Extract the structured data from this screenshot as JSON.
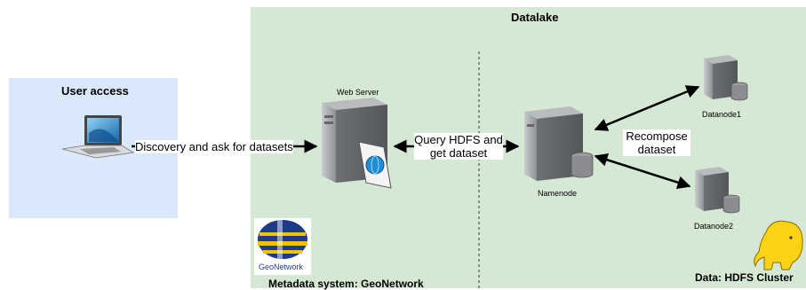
{
  "diagram": {
    "user_panel": {
      "title": "User access"
    },
    "lake_panel": {
      "title": "Datalake"
    },
    "metadata_label": "Metadata system: GeoNetwork",
    "hdfs_label": "Data: HDFS Cluster",
    "nodes": {
      "web_server": "Web Server",
      "namenode": "Namenode",
      "datanode1": "Datanode1",
      "datanode2": "Datanode2"
    },
    "edges": {
      "discovery": "Discovery and ask for datasets",
      "query_line1": "Query HDFS and",
      "query_line2": "get dataset",
      "recompose_line1": "Recompose",
      "recompose_line2": "dataset"
    },
    "logos": {
      "geonetwork": "GeoNetwork",
      "hadoop": "hadoop-elephant-icon"
    },
    "colors": {
      "user_bg": "#dae8fc",
      "lake_bg": "#d5e8d4",
      "server_body": "#a7a9ac",
      "hadoop": "#fcd116"
    }
  }
}
